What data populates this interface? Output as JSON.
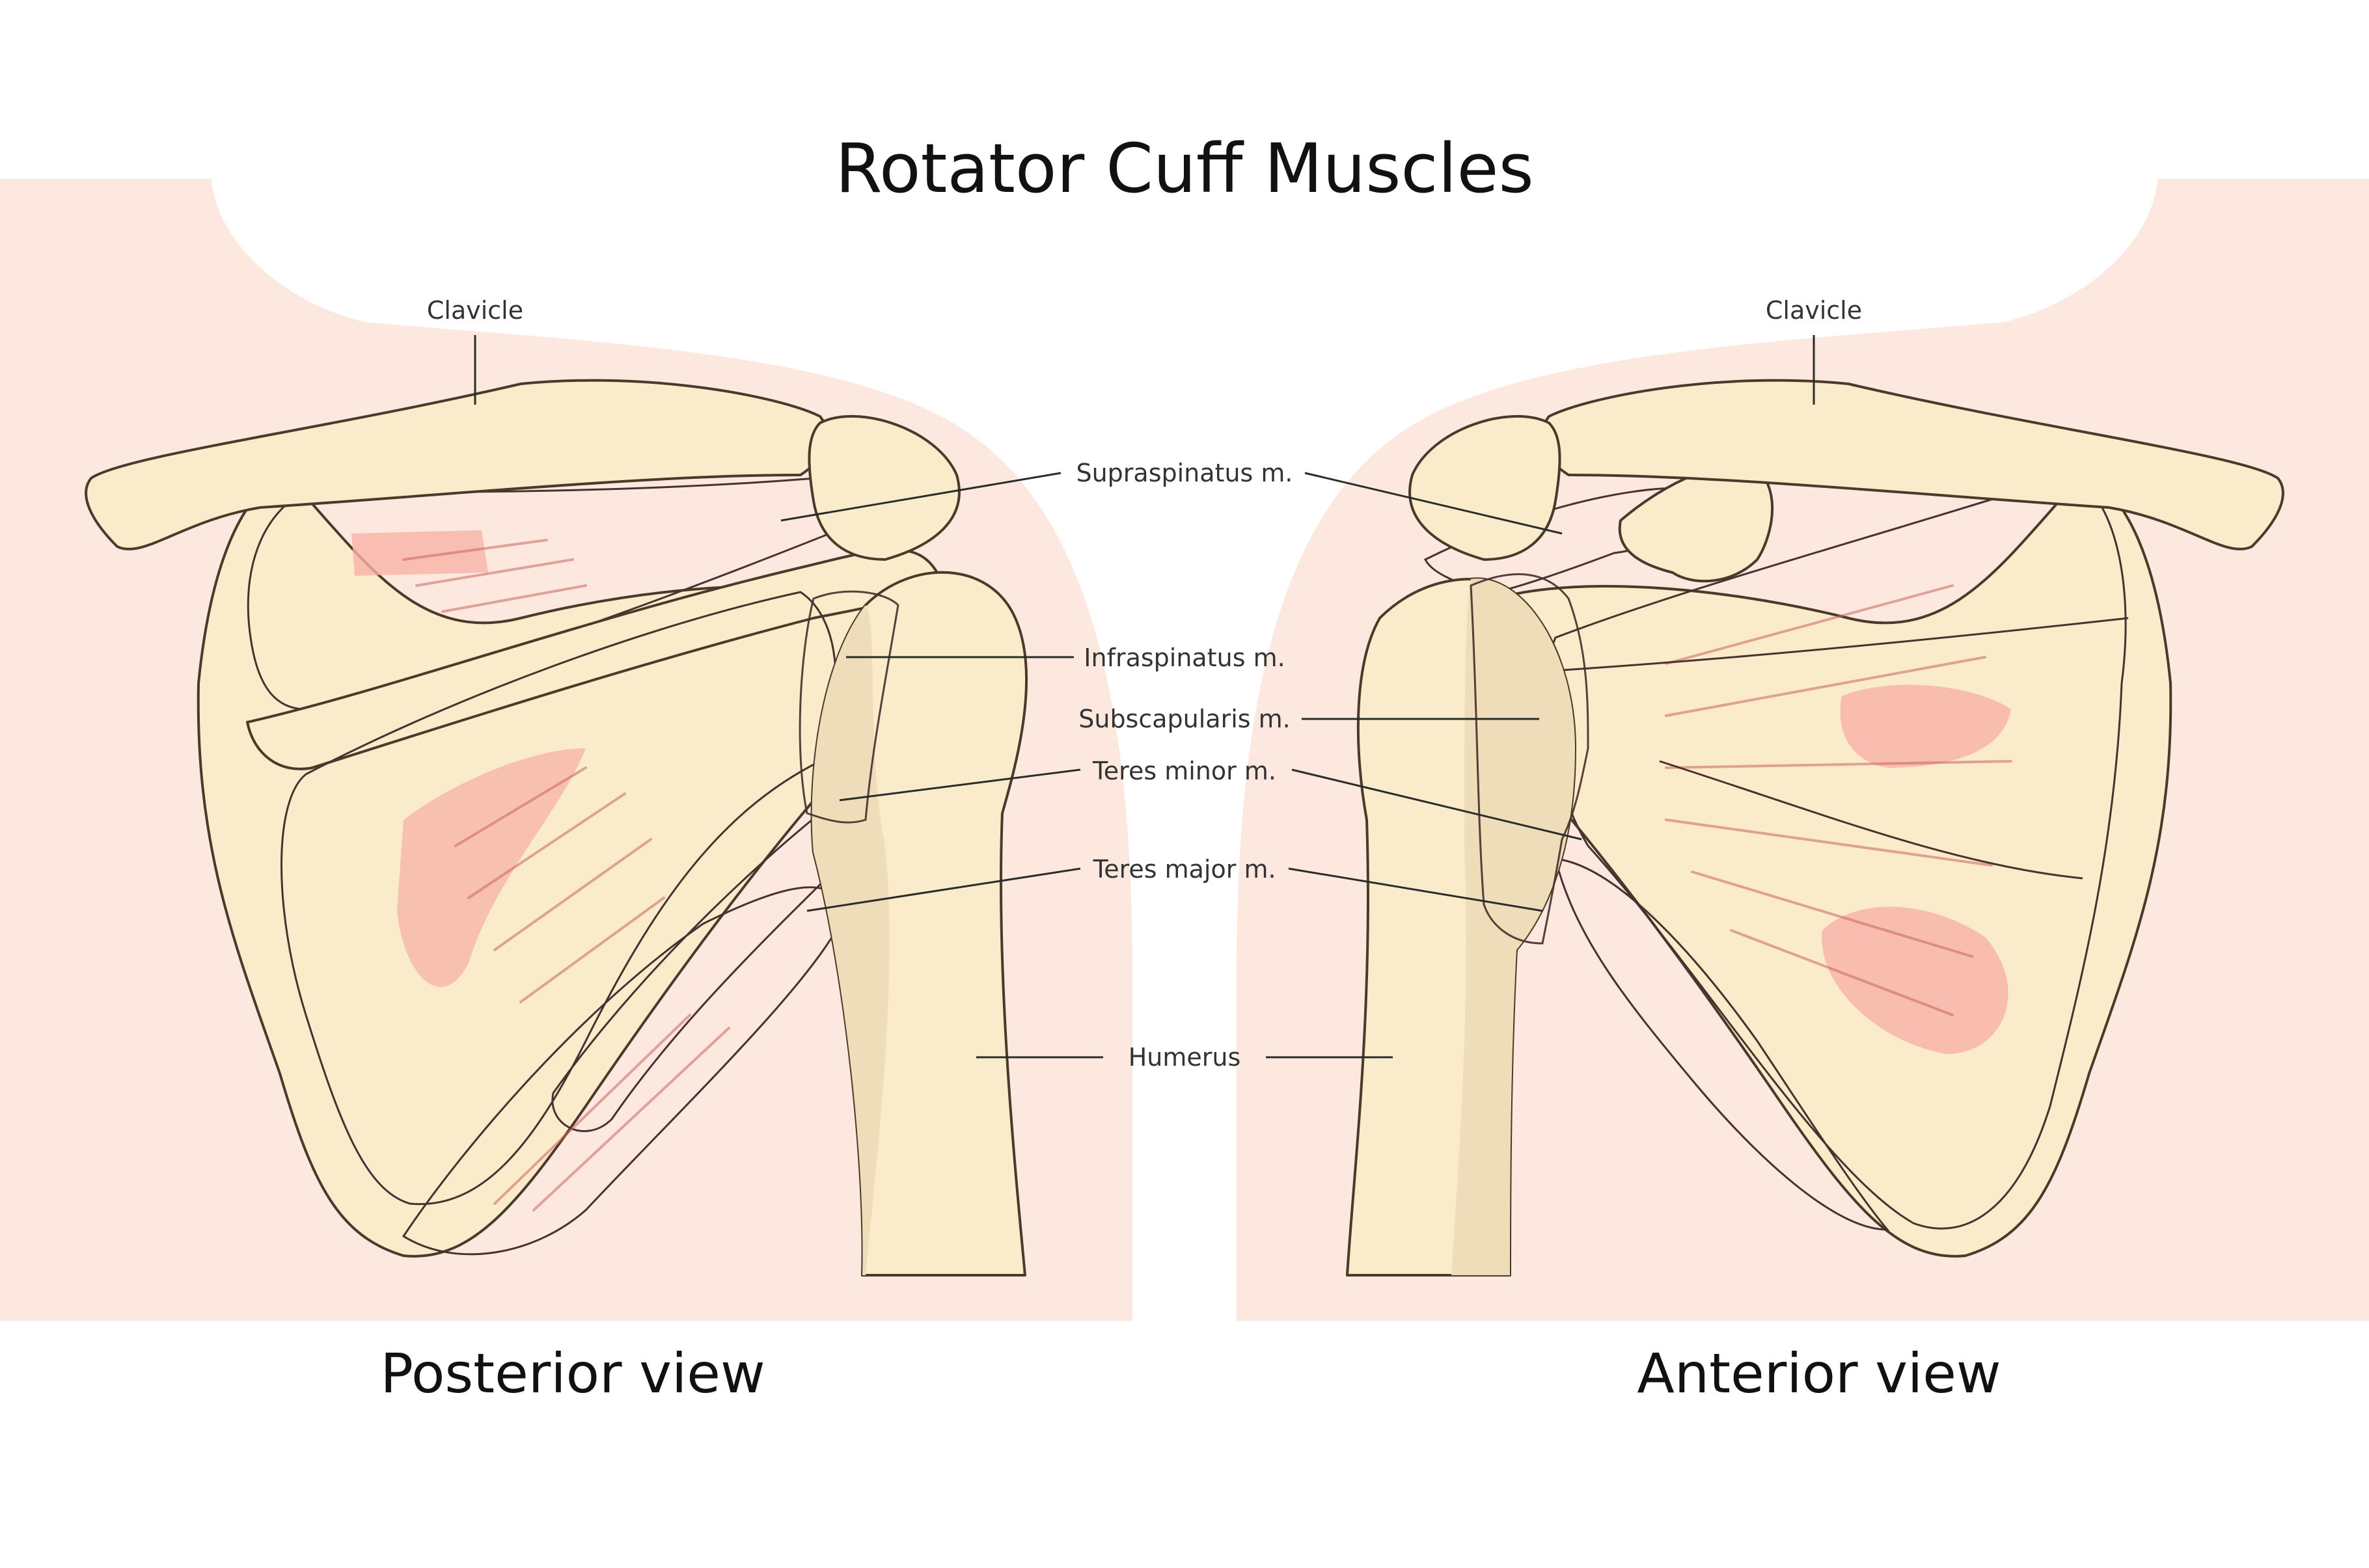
{
  "title": "Rotator Cuff Muscles",
  "views": {
    "posterior": {
      "caption": "Posterior view"
    },
    "anterior": {
      "caption": "Anterior view"
    }
  },
  "labels": {
    "clavicle_left": "Clavicle",
    "clavicle_right": "Clavicle",
    "supraspinatus": "Supraspinatus m.",
    "infraspinatus": "Infraspinatus m.",
    "subscapularis": "Subscapularis m.",
    "teres_minor": "Teres minor m.",
    "teres_major": "Teres major m.",
    "humerus": "Humerus"
  },
  "colors": {
    "skin": "#fde8df",
    "bone": "#faeccb",
    "bone_shadow": "#efdcb8",
    "muscle": "#ec9487",
    "muscle_dark": "#e0857b",
    "muscle_light": "#f7b1a6",
    "tendon": "#fbd3d0"
  }
}
